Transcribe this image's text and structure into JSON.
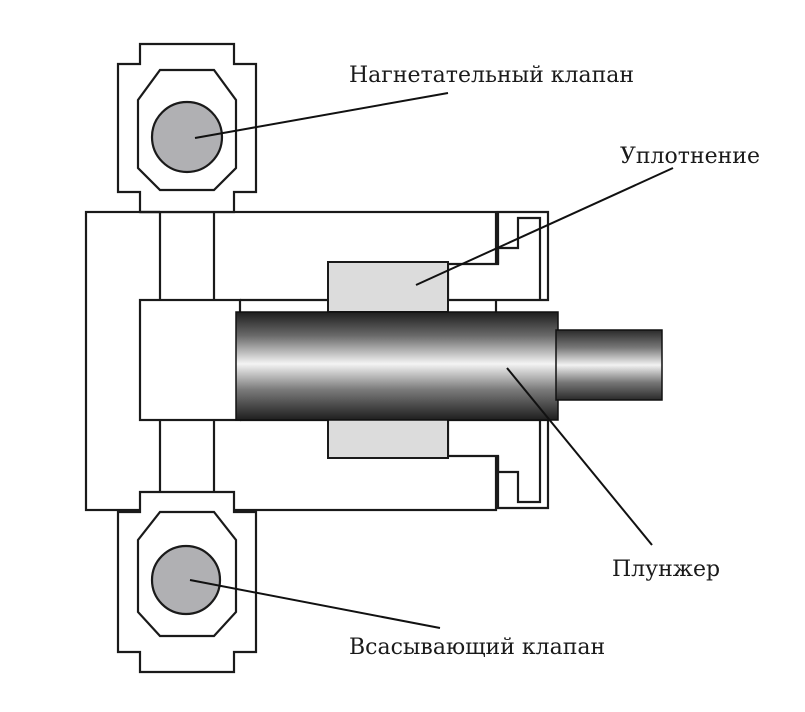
{
  "labels": {
    "discharge_valve": "Нагнетательный клапан",
    "seal": "Уплотнение",
    "plunger": "Плунжер",
    "suction_valve": "Всасывающий клапан"
  },
  "colors": {
    "outline": "#1a1a1a",
    "valve_ball": "#b0b0b3",
    "seal": "#dcdcdc",
    "plunger_dark": "#2a2a2a",
    "plunger_light": "#f4f4f4",
    "background": "#ffffff"
  }
}
